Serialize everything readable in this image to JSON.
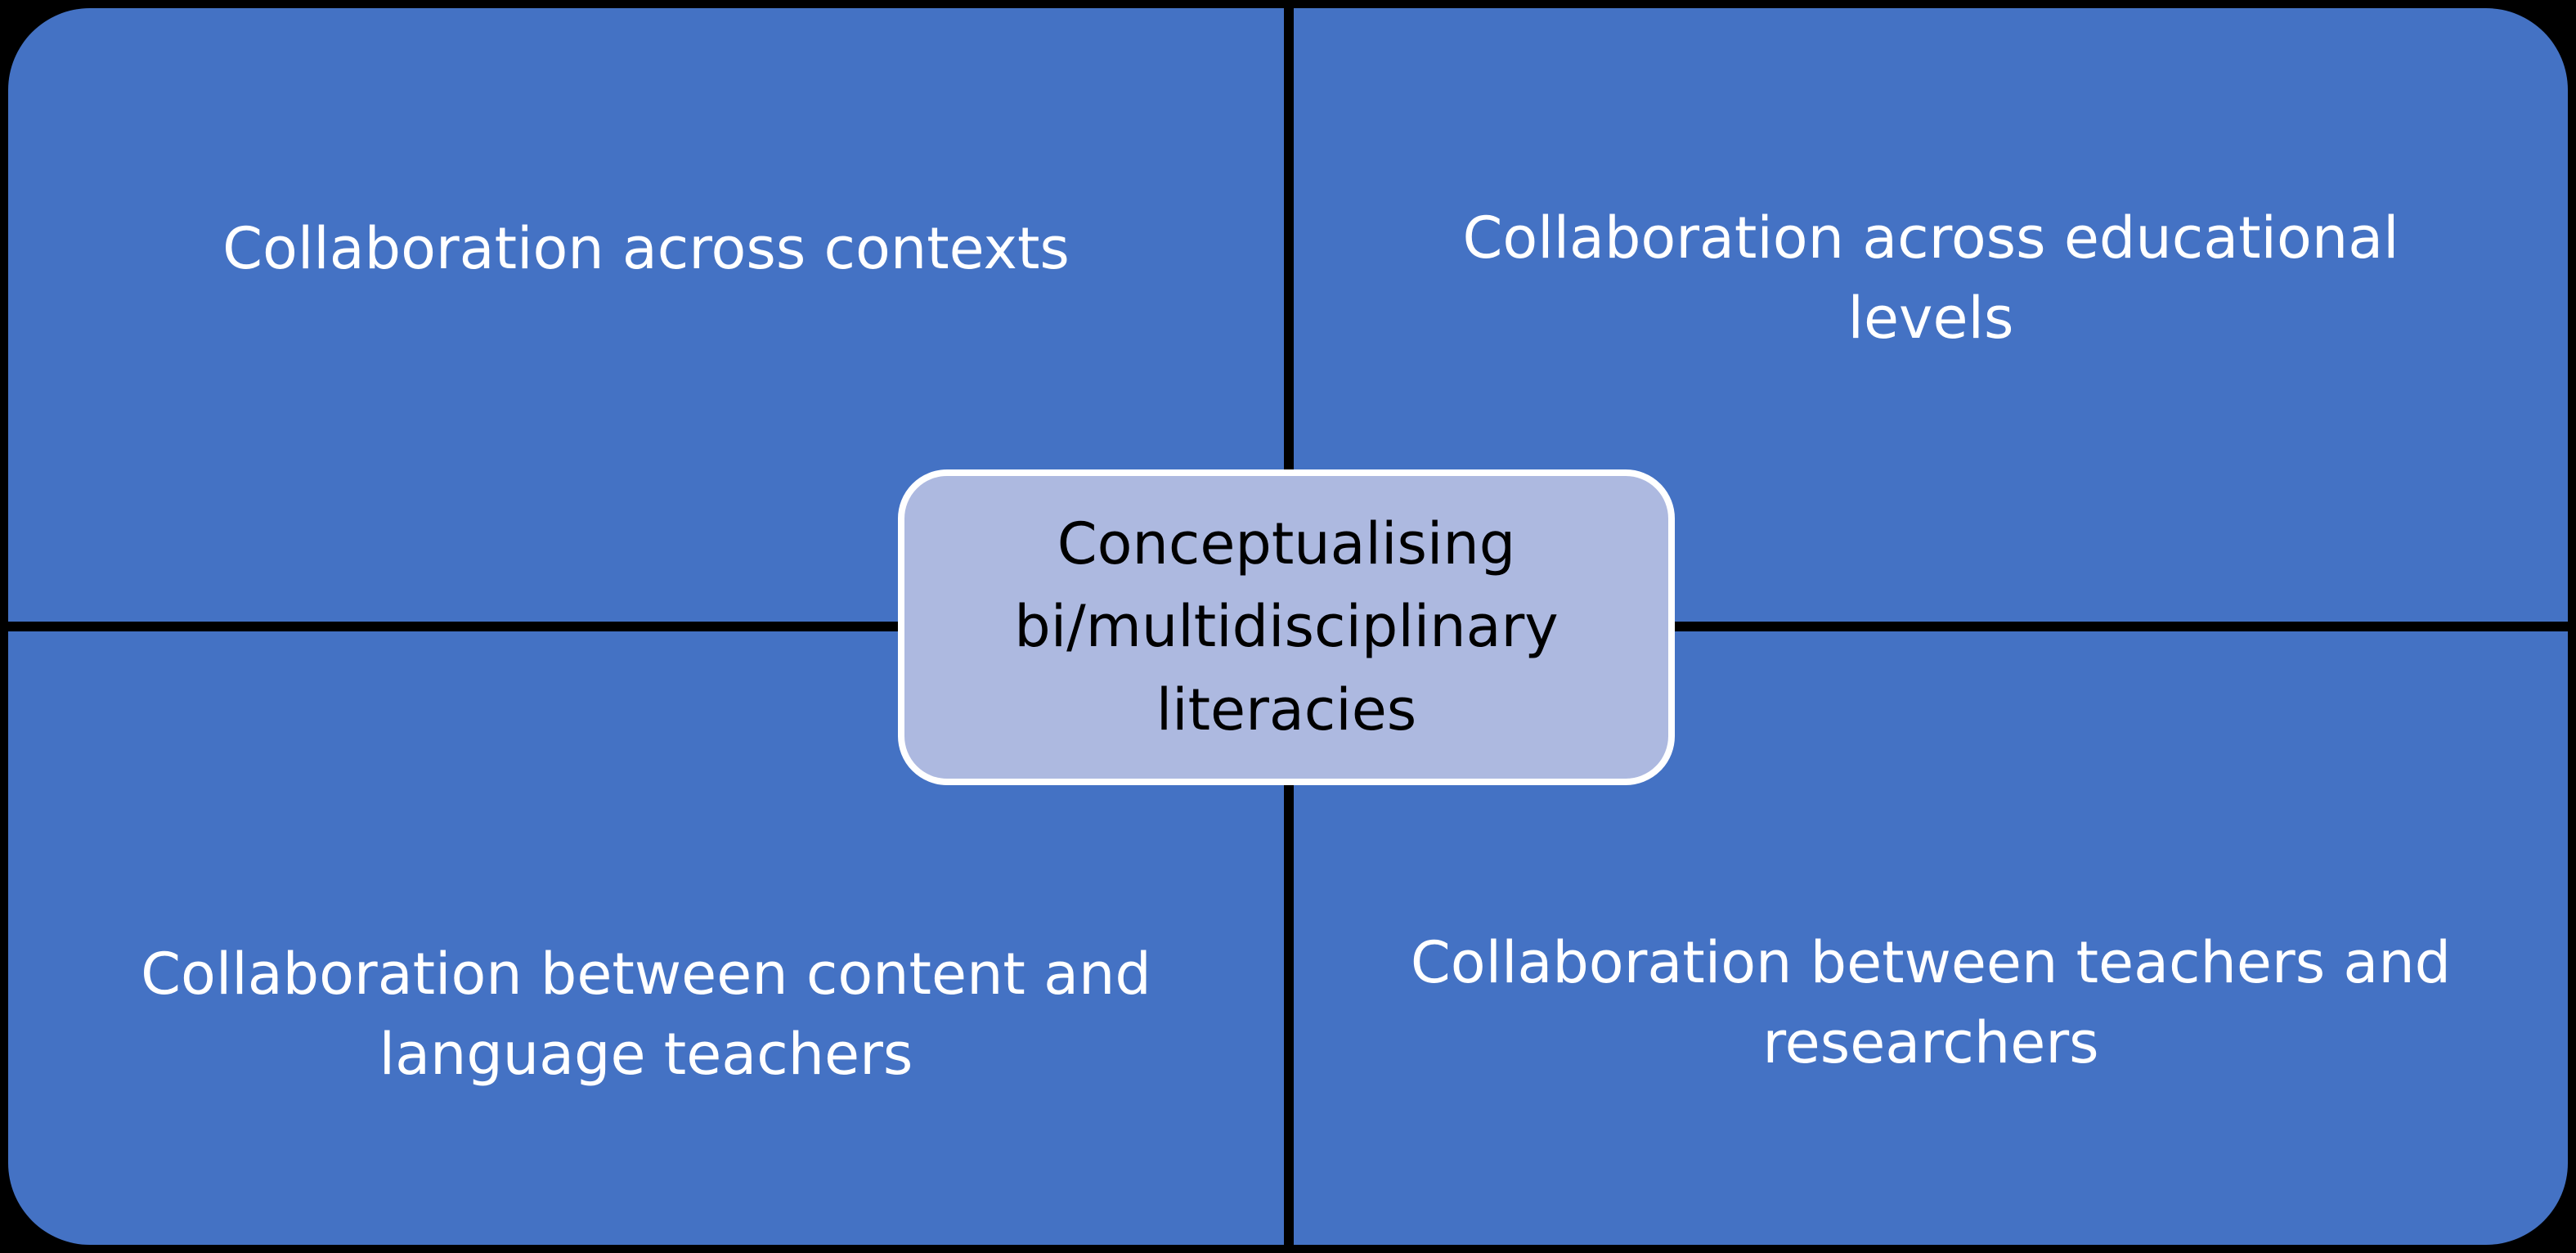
{
  "diagram": {
    "center": {
      "label": "Conceptualising bi/multidisciplinary literacies",
      "fill": "#adb9e0"
    },
    "quadrants": {
      "top_left": "Collaboration across contexts",
      "top_right": "Collaboration across educational levels",
      "bottom_left": "Collaboration between content and language teachers",
      "bottom_right": "Collaboration between teachers and researchers"
    },
    "quadrant_fill": "#4472c4",
    "background": "#000000",
    "divider_color": "#ffffff"
  }
}
